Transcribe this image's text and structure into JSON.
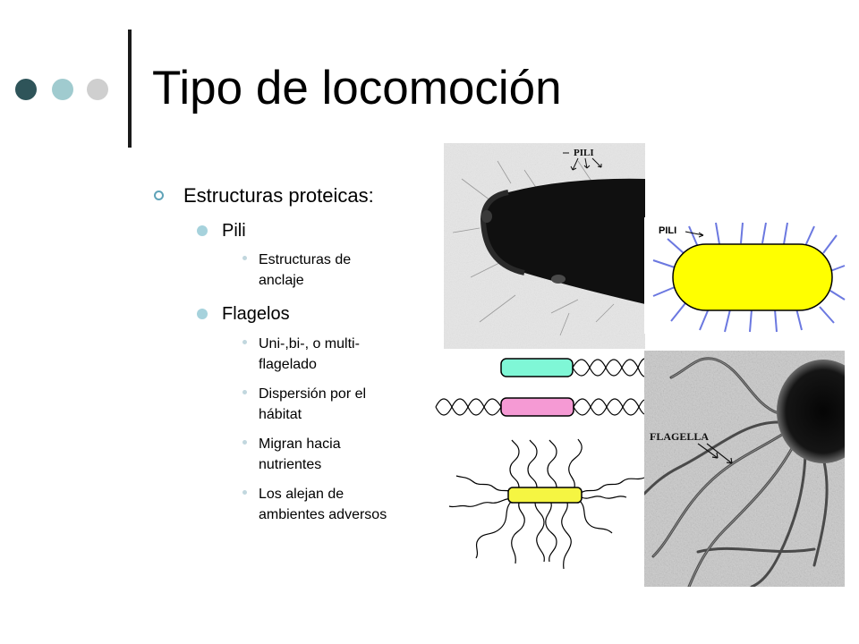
{
  "slide": {
    "title": "Tipo de locomoción",
    "bullets": {
      "main": "Estructuras proteicas:",
      "pili": {
        "label": "Pili",
        "items": [
          [
            "Estructuras de",
            "anclaje"
          ]
        ]
      },
      "flagelos": {
        "label": "Flagelos",
        "items": [
          [
            "Uni-,bi-, o multi-",
            "flagelado"
          ],
          [
            "Dispersión por el",
            "hábitat"
          ],
          [
            "Migran hacia",
            "nutrientes"
          ],
          [
            "Los alejan de",
            "ambientes adversos"
          ]
        ]
      }
    }
  },
  "images": {
    "pili_micrograph_label": "PILI",
    "pili_diagram_label": "PILI",
    "flagella_micrograph_label": "FLAGELLA"
  },
  "colors": {
    "dark_teal": "#2e5459",
    "light_teal": "#a0cbcf",
    "gray": "#cfcfcf",
    "pili_body": "#ffff00",
    "pili_spikes": "#6b78e0",
    "cyan_bacterium": "#7ff7d6",
    "pink_bacterium": "#f59ad4",
    "yellow_bacterium": "#f5f542"
  }
}
